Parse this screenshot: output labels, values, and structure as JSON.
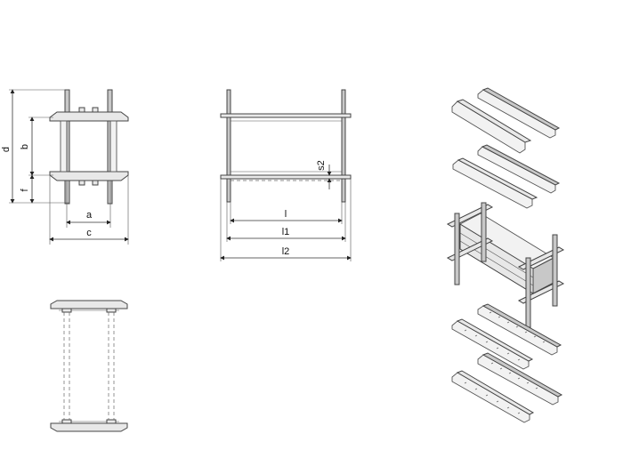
{
  "dimensions": {
    "a": "a",
    "b": "b",
    "c": "c",
    "d": "d",
    "f": "f",
    "l": "l",
    "l1": "l1",
    "l2": "l2",
    "s2": "s2"
  }
}
